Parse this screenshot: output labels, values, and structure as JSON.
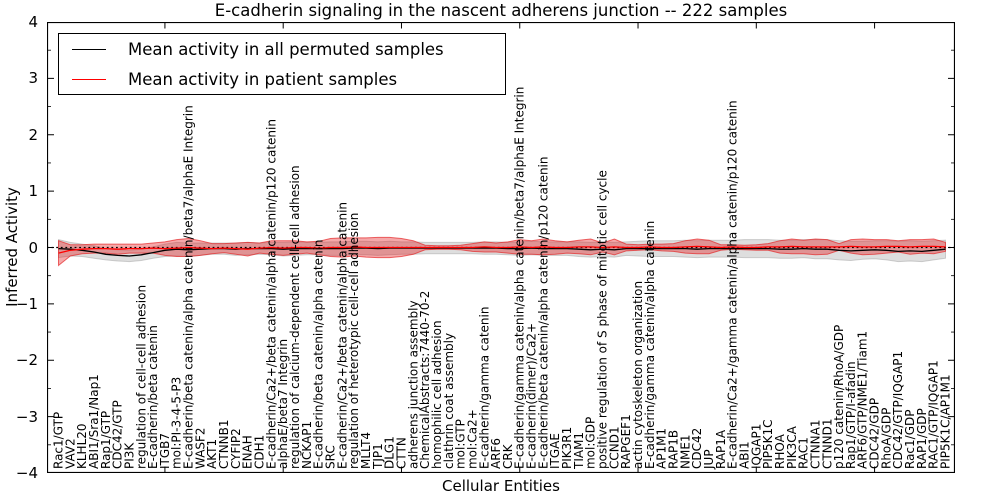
{
  "title": "E-cadherin signaling in the nascent adherens junction -- 222 samples",
  "legend": {
    "items": [
      {
        "label": "Mean activity in all permuted samples",
        "color": "#000000"
      },
      {
        "label": "Mean activity in patient samples",
        "color": "#ff0000"
      }
    ]
  },
  "axes": {
    "x_label": "Cellular Entities",
    "y_label": "Inferred Activity",
    "y_ticks": [
      4,
      3,
      2,
      1,
      0,
      -1,
      -2,
      -3,
      -4
    ],
    "y_minor_tick_step": 0.5,
    "x_major_tick_values": [
      10,
      20,
      30,
      40,
      50,
      60,
      70
    ],
    "ylim": [
      -4,
      4
    ]
  },
  "chart_data": {
    "type": "line",
    "title": "E-cadherin signaling in the nascent adherens junction -- 222 samples",
    "xlabel": "Cellular Entities",
    "ylabel": "Inferred Activity",
    "ylim": [
      -4,
      4
    ],
    "baseline": 0,
    "baseline_style": "dotted-black",
    "legend_position": "upper-left",
    "grid": false,
    "categories": [
      "Rac1/GTP",
      "VAV2",
      "KLHL20",
      "ABI1/Sra1/Nap1",
      "Rap1/GTP",
      "CDC42/GTP",
      "PI3K",
      "regulation of cell-cell adhesion",
      "E-cadherin/beta catenin",
      "ITGB7",
      "mol:PI-3-4-5-P3",
      "E-cadherin/beta catenin/alpha catenin/beta7/alphaE Integrin",
      "WASF2",
      "AKT1",
      "CTNNB1",
      "CYFIP2",
      "ENAH",
      "CDH1",
      "E-cadherin/Ca2+/beta catenin/alpha catenin/p120 catenin",
      "alphaE/beta7 Integrin",
      "regulation of calcium-dependent cell-cell adhesion",
      "NCKAP1",
      "E-cadherin/beta catenin/alpha catenin",
      "SRC",
      "E-cadherin/Ca2+/beta catenin/alpha catenin",
      "regulation of heterotypic cell-cell adhesion",
      "MLLT4",
      "TJP1",
      "DLG1",
      "CTTN",
      "adherens junction assembly",
      "ChemicalAbstracts:7440-70-2",
      "homophilic cell adhesion",
      "clathrin coat assembly",
      "mol:GTP",
      "mol:Ca2+",
      "E-cadherin/gamma catenin",
      "ARF6",
      "CRK",
      "E-cadherin/gamma catenin/alpha catenin/beta7/alphaE Integrin",
      "E-cadherin(dimer)/Ca2+",
      "E-cadherin/beta catenin/alpha catenin/p120 catenin",
      "ITGAE",
      "PIK3R1",
      "TIAM1",
      "mol:GDP",
      "positive regulation of S phase of mitotic cell cycle",
      "CCND1",
      "RAPGEF1",
      "actin cytoskeleton organization",
      "E-cadherin/gamma catenin/alpha catenin",
      "AP1M1",
      "RAP1B",
      "NME1",
      "CDC42",
      "JUP",
      "RAP1A",
      "E-cadherin/Ca2+/gamma catenin/alpha catenin/p120 catenin",
      "ABI1",
      "IQGAP1",
      "PIP5K1C",
      "RHOA",
      "PIK3CA",
      "RAC1",
      "CTNNA1",
      "CTNND1",
      "p120 catenin/RhoA/GDP",
      "Rap1/GTP/I-afadin",
      "ARF6/GTP/NME1/Tiam1",
      "CDC42/GDP",
      "RhoA/GDP",
      "CDC42/GTP/IQGAP1",
      "Rac1/GDP",
      "RAP1/GDP",
      "RAC1/GTP/IQGAP1",
      "PIP5K1C/AP1M1"
    ],
    "series": [
      {
        "name": "Mean activity in all permuted samples",
        "line_color": "#000000",
        "band_color": "#999999",
        "values": [
          -0.02,
          -0.03,
          -0.05,
          -0.08,
          -0.12,
          -0.14,
          -0.15,
          -0.13,
          -0.09,
          -0.05,
          -0.03,
          -0.04,
          -0.03,
          -0.02,
          -0.02,
          -0.03,
          -0.02,
          -0.02,
          -0.02,
          -0.03,
          -0.02,
          -0.02,
          -0.02,
          -0.02,
          -0.02,
          -0.01,
          -0.01,
          -0.02,
          -0.01,
          -0.01,
          -0.01,
          -0.01,
          -0.01,
          -0.01,
          -0.01,
          -0.01,
          -0.01,
          -0.01,
          -0.02,
          -0.02,
          -0.01,
          -0.02,
          -0.02,
          -0.02,
          -0.03,
          -0.04,
          -0.03,
          -0.04,
          -0.02,
          -0.02,
          -0.02,
          -0.02,
          -0.02,
          -0.02,
          -0.03,
          -0.02,
          -0.02,
          -0.02,
          -0.02,
          -0.02,
          -0.02,
          -0.03,
          -0.03,
          -0.02,
          -0.03,
          -0.03,
          -0.05,
          -0.06,
          -0.05,
          -0.04,
          -0.05,
          -0.07,
          -0.06,
          -0.07,
          -0.05,
          -0.03
        ],
        "band_halfwidth": [
          0.16,
          0.12,
          0.11,
          0.11,
          0.1,
          0.1,
          0.1,
          0.1,
          0.1,
          0.11,
          0.12,
          0.12,
          0.11,
          0.1,
          0.1,
          0.11,
          0.11,
          0.1,
          0.11,
          0.12,
          0.12,
          0.11,
          0.11,
          0.12,
          0.12,
          0.12,
          0.12,
          0.12,
          0.12,
          0.11,
          0.11,
          0.1,
          0.1,
          0.1,
          0.1,
          0.1,
          0.11,
          0.11,
          0.11,
          0.12,
          0.12,
          0.12,
          0.12,
          0.12,
          0.13,
          0.13,
          0.13,
          0.13,
          0.12,
          0.13,
          0.14,
          0.14,
          0.14,
          0.15,
          0.15,
          0.15,
          0.15,
          0.15,
          0.16,
          0.16,
          0.16,
          0.16,
          0.16,
          0.16,
          0.17,
          0.17,
          0.17,
          0.17,
          0.16,
          0.16,
          0.17,
          0.18,
          0.18,
          0.18,
          0.17,
          0.16
        ]
      },
      {
        "name": "Mean activity in patient samples",
        "line_color": "#ff0000",
        "band_color": "#e41a1c",
        "values": [
          -0.1,
          -0.05,
          -0.03,
          -0.02,
          -0.02,
          -0.03,
          -0.02,
          -0.02,
          -0.01,
          -0.02,
          -0.01,
          0.0,
          -0.01,
          -0.02,
          -0.01,
          -0.02,
          -0.03,
          -0.01,
          0.0,
          -0.01,
          0.0,
          0.0,
          -0.01,
          0.0,
          0.0,
          0.01,
          0.0,
          0.0,
          0.0,
          0.0,
          0.0,
          0.0,
          0.0,
          0.0,
          0.0,
          0.0,
          0.01,
          0.0,
          0.0,
          0.01,
          0.0,
          0.01,
          0.0,
          0.0,
          0.01,
          0.01,
          0.0,
          0.01,
          0.0,
          0.0,
          0.01,
          0.0,
          0.0,
          0.01,
          0.02,
          0.01,
          0.0,
          0.01,
          0.0,
          0.0,
          0.01,
          0.01,
          0.02,
          0.01,
          0.01,
          0.01,
          0.01,
          0.02,
          0.01,
          0.01,
          0.02,
          0.02,
          0.01,
          0.02,
          0.02,
          0.01
        ],
        "band_halfwidth": [
          0.22,
          0.1,
          0.08,
          0.08,
          0.08,
          0.09,
          0.08,
          0.08,
          0.09,
          0.12,
          0.15,
          0.16,
          0.13,
          0.09,
          0.08,
          0.1,
          0.12,
          0.09,
          0.12,
          0.13,
          0.12,
          0.1,
          0.12,
          0.16,
          0.17,
          0.16,
          0.17,
          0.18,
          0.18,
          0.16,
          0.12,
          0.04,
          0.03,
          0.03,
          0.04,
          0.07,
          0.09,
          0.08,
          0.1,
          0.13,
          0.12,
          0.14,
          0.12,
          0.1,
          0.12,
          0.14,
          0.08,
          0.14,
          0.06,
          0.05,
          0.05,
          0.06,
          0.07,
          0.11,
          0.13,
          0.12,
          0.05,
          0.04,
          0.04,
          0.05,
          0.06,
          0.11,
          0.13,
          0.12,
          0.14,
          0.13,
          0.06,
          0.12,
          0.14,
          0.13,
          0.12,
          0.1,
          0.13,
          0.12,
          0.13,
          0.08
        ]
      }
    ]
  }
}
